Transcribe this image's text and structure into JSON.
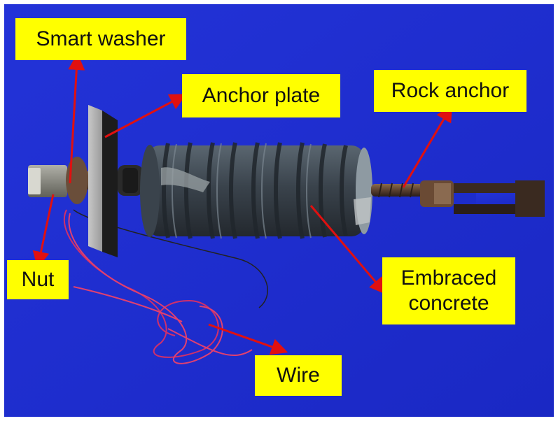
{
  "labels": {
    "smart_washer": "Smart washer",
    "anchor_plate": "Anchor plate",
    "rock_anchor": "Rock anchor",
    "nut": "Nut",
    "embraced_concrete_line1": "Embraced",
    "embraced_concrete_line2": "concrete",
    "wire": "Wire"
  },
  "colors": {
    "background": "#1f2fd6",
    "label_fill": "#ffff00",
    "arrow": "#e01010"
  }
}
